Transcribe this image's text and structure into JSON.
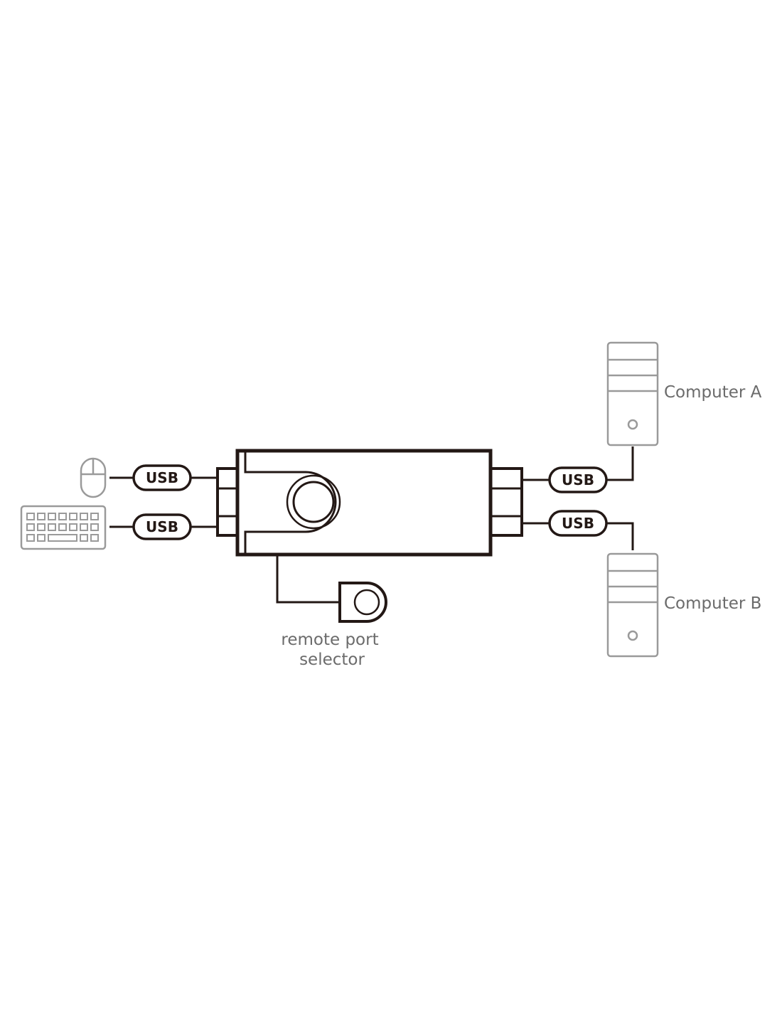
{
  "colors": {
    "device": "#231815",
    "peripheral": "#9a9a9a",
    "label": "#6b6b6b",
    "background": "#ffffff"
  },
  "ports": {
    "mouse_usb": "USB",
    "keyboard_usb": "USB",
    "computer_a_usb": "USB",
    "computer_b_usb": "USB"
  },
  "labels": {
    "computer_a": "Computer A",
    "computer_b": "Computer B",
    "remote_selector_line1": "remote port",
    "remote_selector_line2": "selector"
  },
  "icons": {
    "mouse": "mouse-icon",
    "keyboard": "keyboard-icon",
    "computer_a": "computer-tower-icon",
    "computer_b": "computer-tower-icon",
    "remote_selector": "remote-button-icon",
    "switch": "kvm-switch-icon"
  }
}
